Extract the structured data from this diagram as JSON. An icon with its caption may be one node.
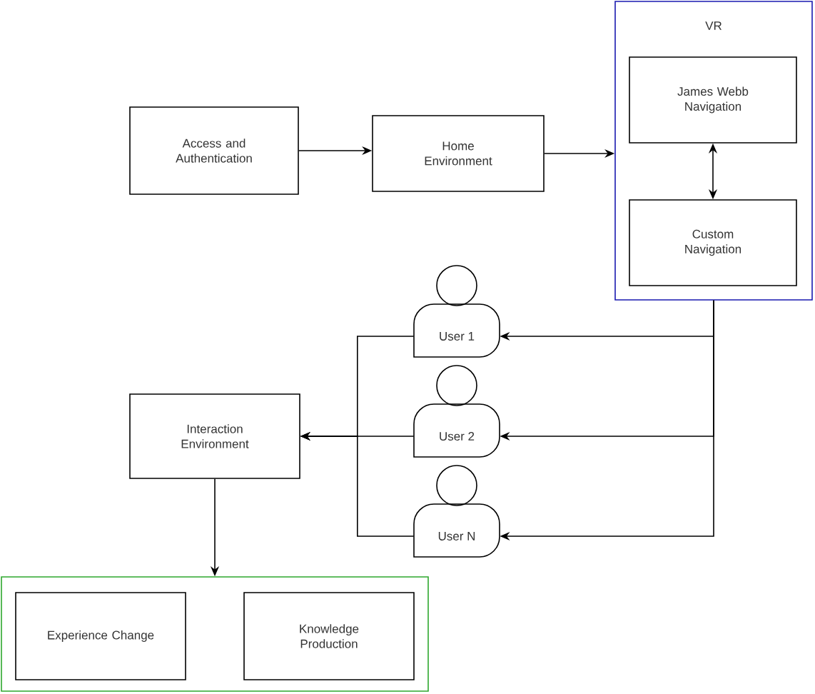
{
  "diagram": {
    "nodes": [
      {
        "text": [
          "Access and Authentication"
        ]
      },
      {
        "text": [
          "Home Environment"
        ]
      },
      {
        "text": [
          "VR"
        ]
      },
      {
        "text": [
          "James Webb Navigation"
        ],
        "in": 2
      },
      {
        "text": [
          "Custom Navigation"
        ],
        "in": 2
      },
      {
        "text": [
          "User 1"
        ]
      },
      {
        "text": [
          "User 2"
        ]
      },
      {
        "text": [
          "User N"
        ]
      },
      {
        "text": [
          "Interaction Environment"
        ]
      },
      {
        "text": [],
        "shape": "box"
      },
      {
        "text": [
          "Experience Change"
        ],
        "in": 9
      },
      {
        "text": [
          "Knowledge Production"
        ],
        "in": 9
      }
    ],
    "edges": [
      {
        "from": 0,
        "to": 1,
        "arrow": "to"
      },
      {
        "from": 1,
        "to": 2,
        "arrow": "to"
      },
      {
        "from": 3,
        "to": 4,
        "arrow": "both"
      },
      {
        "from": 2,
        "to": 5,
        "arrow": "to"
      },
      {
        "from": 2,
        "to": 6,
        "arrow": "to"
      },
      {
        "from": 2,
        "to": 7,
        "arrow": "to"
      },
      {
        "from": 5,
        "to": 8,
        "arrow": "to"
      },
      {
        "from": 6,
        "to": 8,
        "arrow": "to"
      },
      {
        "from": 7,
        "to": 8,
        "arrow": "to"
      },
      {
        "from": 8,
        "to": 9,
        "arrow": "to"
      }
    ]
  }
}
